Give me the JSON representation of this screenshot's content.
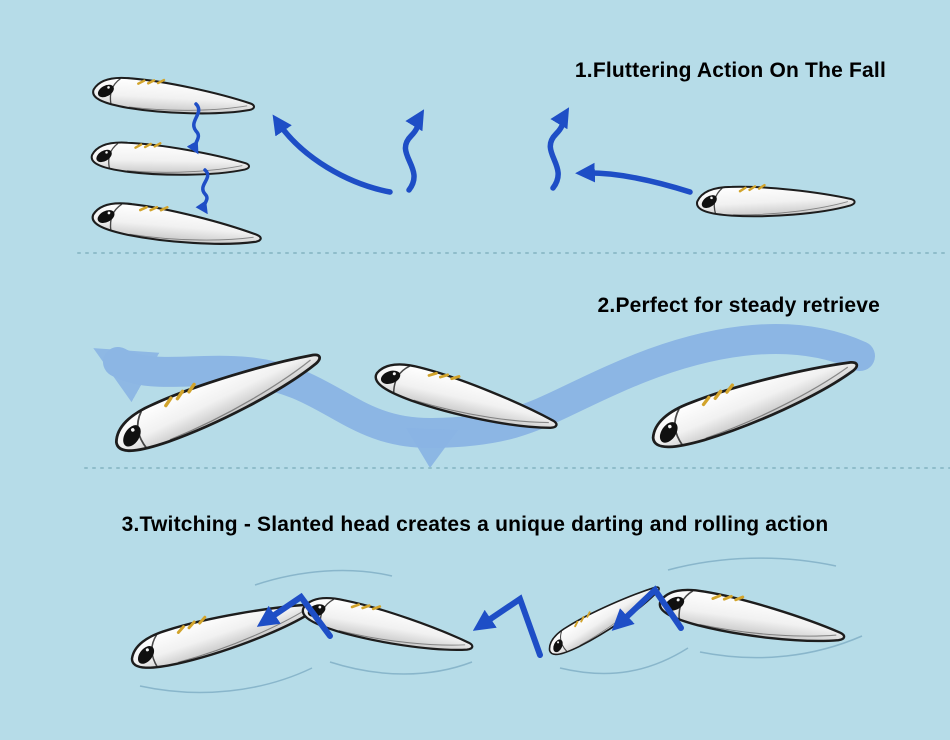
{
  "colors": {
    "background": "#b6dce8",
    "arrow_blue": "#1e4ec6",
    "wave_blue": "#8ab4e4",
    "divider": "#8fbdca",
    "text": "#000000",
    "lure_outline": "#1d1d1d",
    "gold": "#d2a42c"
  },
  "sections": [
    {
      "title": "1.Fluttering Action On The Fall"
    },
    {
      "title": "2.Perfect for steady retrieve"
    },
    {
      "title": "3.Twitching - Slanted head creates a unique darting and rolling action"
    }
  ]
}
